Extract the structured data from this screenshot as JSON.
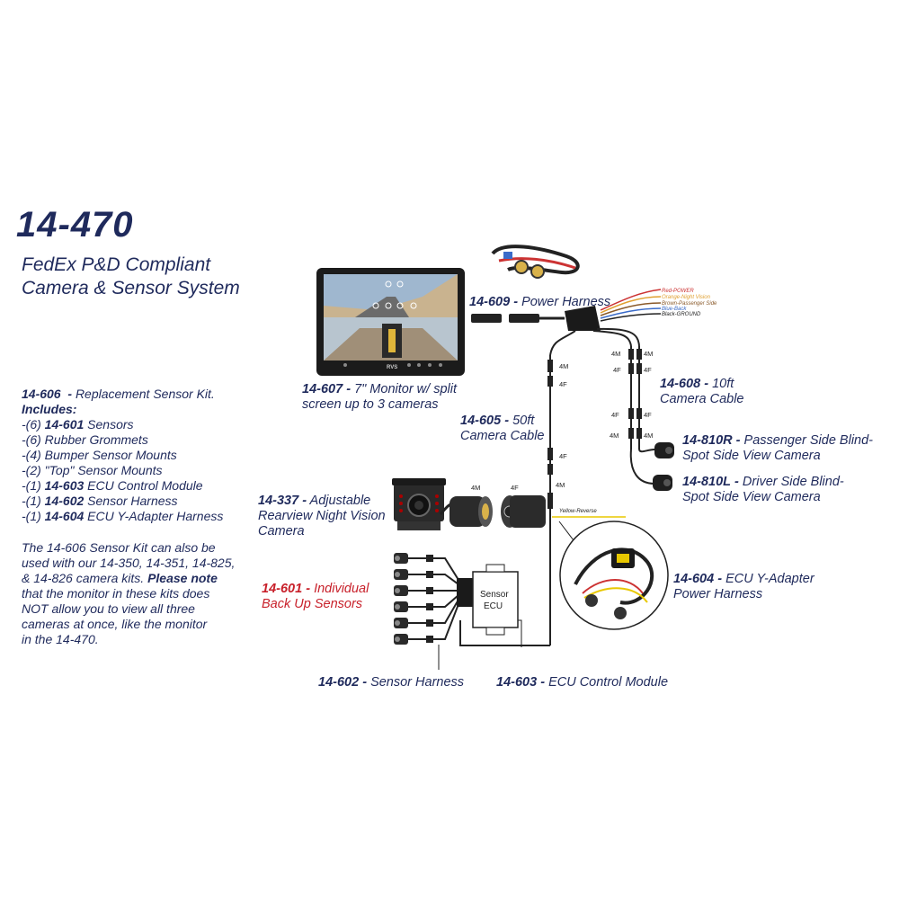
{
  "header": {
    "title": "14-470",
    "subtitle_line1": "FedEx P&D Compliant",
    "subtitle_line2": "Camera & Sensor System"
  },
  "kit": {
    "code": "14-606",
    "name": "Replacement Sensor Kit.",
    "includes_label": "Includes:",
    "items": [
      {
        "qty": "-(6) ",
        "code": "14-601",
        "text": " Sensors"
      },
      {
        "qty": "-(6) ",
        "code": "",
        "text": "Rubber Grommets"
      },
      {
        "qty": "-(4) ",
        "code": "",
        "text": "Bumper Sensor Mounts"
      },
      {
        "qty": "-(2) ",
        "code": "",
        "text": "\"Top\" Sensor Mounts"
      },
      {
        "qty": "-(1) ",
        "code": "14-603",
        "text": " ECU Control Module"
      },
      {
        "qty": "-(1) ",
        "code": "14-602",
        "text": " Sensor Harness"
      },
      {
        "qty": "-(1) ",
        "code": "14-604",
        "text": " ECU Y-Adapter Harness"
      }
    ],
    "note_lines": [
      "The 14-606 Sensor Kit can also be",
      "used with our 14-350, 14-351, 14-825,",
      "& 14-826 camera kits.",
      "Please note",
      "that the monitor in these kits does",
      "NOT allow you to view all three",
      "cameras at once, like the monitor",
      "in the 14-470."
    ]
  },
  "components": {
    "power_harness": {
      "num": "14-609",
      "text": "Power Harness"
    },
    "monitor": {
      "num": "14-607",
      "line1": "7\" Monitor w/ split",
      "line2": "screen up to 3 cameras",
      "brand": "RVS"
    },
    "camera_cable_10": {
      "num": "14-608",
      "line1": "10ft",
      "line2": "Camera Cable"
    },
    "camera_cable_50": {
      "num": "14-605",
      "line1": "50ft",
      "line2": "Camera Cable"
    },
    "passenger_cam": {
      "num": "14-810R",
      "line1": "Passenger Side Blind-",
      "line2": "Spot Side View Camera"
    },
    "driver_cam": {
      "num": "14-810L",
      "line1": "Driver Side Blind-",
      "line2": "Spot Side View Camera"
    },
    "rear_cam": {
      "num": "14-337",
      "line1": "Adjustable",
      "line2": "Rearview Night Vision",
      "line3": "Camera"
    },
    "sensors": {
      "num": "14-601",
      "line1": "Individual",
      "line2": "Back Up Sensors"
    },
    "y_adapter": {
      "num": "14-604",
      "line1": "ECU Y-Adapter",
      "line2": "Power Harness"
    },
    "sensor_harness": {
      "num": "14-602",
      "text": "Sensor Harness"
    },
    "ecu": {
      "num": "14-603",
      "text": "ECU Control Module",
      "box_line1": "Sensor",
      "box_line2": "ECU"
    }
  },
  "wires": {
    "red": "Red-POWER",
    "orange": "Orange-Night Vision",
    "brown": "Brown-Passenger Side",
    "blue": "Blue-Back",
    "black": "Black-GROUND",
    "yellow": "Yellow-Reverse"
  },
  "connector_tags": {
    "m": "4M",
    "f": "4F"
  },
  "colors": {
    "navy": "#1f2a5c",
    "red": "#c8202a"
  }
}
